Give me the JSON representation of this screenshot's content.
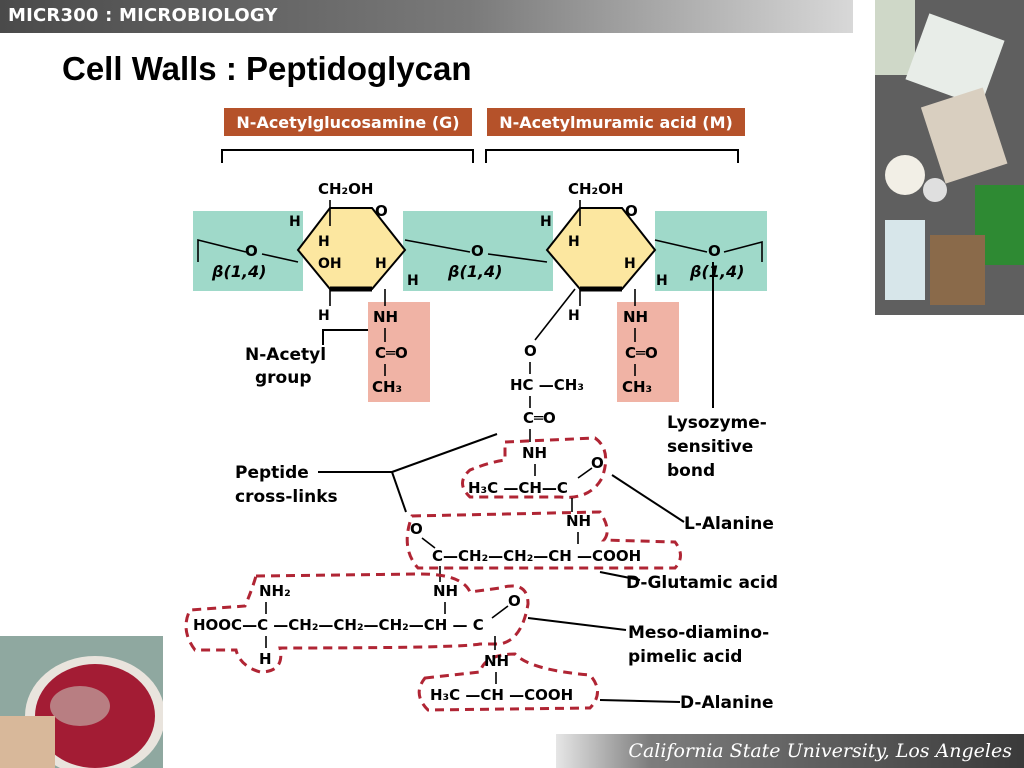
{
  "header": {
    "course": "MICR300 : MICROBIOLOGY"
  },
  "slide": {
    "title": "Cell Walls : Peptidoglycan"
  },
  "footer": {
    "university": "California State University, Los Angeles"
  },
  "diagram": {
    "nag_label": "N-Acetylglucosamine (G)",
    "nam_label": "N-Acetylmuramic acid (M)",
    "ch2oh": "CH₂OH",
    "o": "O",
    "h": "H",
    "oh": "OH",
    "nh": "NH",
    "co": "C═O",
    "ch3": "CH₃",
    "beta": "β(1,4)",
    "acetyl_label_line1": "N-Acetyl",
    "acetyl_label_line2": "group",
    "hc_ch3": "HC —CH₃",
    "peptide_label_line1": "Peptide",
    "peptide_label_line2": "cross-links",
    "lysozyme_line1": "Lysozyme-",
    "lysozyme_line2": "sensitive",
    "lysozyme_line3": "bond",
    "ala_row": "H₃C —CH—C",
    "glu_row": "C—CH₂—CH₂—CH —COOH",
    "dap_row": "HOOC—C —CH₂—CH₂—CH₂—CH — C",
    "dala_row": "H₃C —CH —COOH",
    "nh2": "NH₂",
    "l_alanine": "L-Alanine",
    "d_glutamic": "D-Glutamic acid",
    "meso_line1": "Meso-diamino-",
    "meso_line2": "pimelic acid",
    "d_alanine": "D-Alanine"
  },
  "colors": {
    "label_box": "#b5522a",
    "sugar_fill": "#fce7a0",
    "bond_bg": "#9fd9c9",
    "acetyl_bg": "#f0b3a5",
    "dashed": "#b02534"
  }
}
